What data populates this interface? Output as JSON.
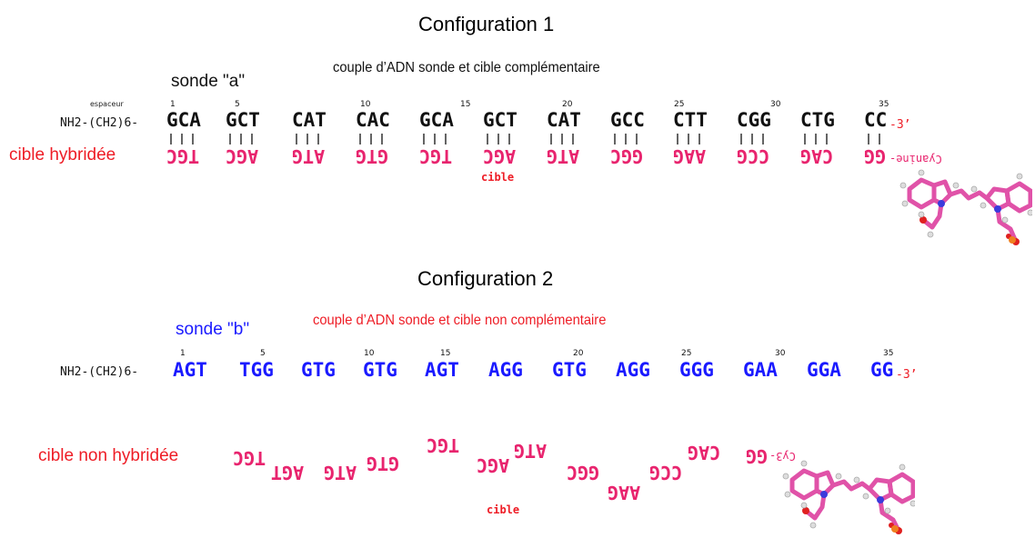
{
  "config1": {
    "title": "Configuration 1",
    "caption": "couple d’ADN sonde et cible complémentaire",
    "probe_label": "sonde \"a\"",
    "spacer_label": "espaceur",
    "prefix": "NH2-(CH2)6-",
    "probe_codons": [
      "GCA",
      "GCT",
      "CAT",
      "CAC",
      "GCA",
      "GCT",
      "CAT",
      "GCC",
      "CTT",
      "CGG",
      "CTG",
      "CC"
    ],
    "suffix": "-3’",
    "position_numbers": [
      "1",
      "5",
      "10",
      "15",
      "20",
      "25",
      "30",
      "35"
    ],
    "target_label": "cible hybridée",
    "target_codons": [
      "TGC",
      "AGC",
      "ATG",
      "GTG",
      "TGC",
      "AGC",
      "ATG",
      "GGC",
      "AAG",
      "CCG",
      "CAG",
      "GG"
    ],
    "dye_label": "Cyanine-",
    "cible_word": "cible"
  },
  "config2": {
    "title": "Configuration 2",
    "caption": "couple d’ADN sonde et cible non complémentaire",
    "probe_label": "sonde \"b\"",
    "prefix": "NH2-(CH2)6-",
    "probe_codons": [
      "AGT",
      "TGG",
      "GTG",
      "GTG",
      "AGT",
      "AGG",
      "GTG",
      "AGG",
      "GGG",
      "GAA",
      "GGA",
      "GG"
    ],
    "suffix": "-3’",
    "position_numbers": [
      "1",
      "5",
      "10",
      "15",
      "20",
      "25",
      "30",
      "35"
    ],
    "target_label": "cible non hybridée",
    "target_codons": [
      "TGC",
      "AGT",
      "ATG",
      "GTG",
      "TGC",
      "AGC",
      "ATG",
      "GGC",
      "AAG",
      "CCG",
      "CAG",
      "GG"
    ],
    "dye_label": "Cy3-",
    "cible_word": "cible"
  },
  "colors": {
    "probe_a": "#111111",
    "probe_b": "#1a1aff",
    "target": "#e8246e",
    "label_red": "#ee1c25",
    "dye_pink": "#e052a8"
  }
}
